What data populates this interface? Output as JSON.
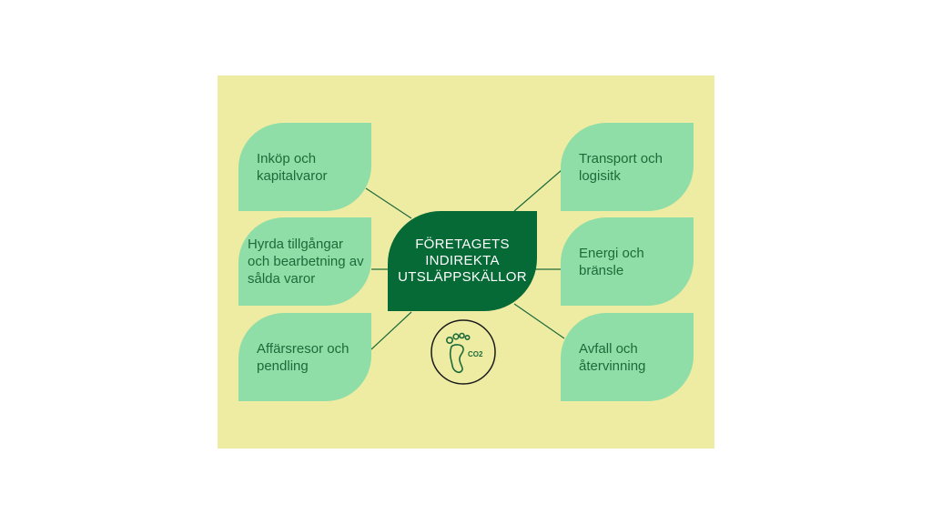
{
  "diagram": {
    "center": {
      "label": "FÖRETAGETS\nINDIREKTA\nUTSLÄPPSKÄLLOR"
    },
    "left_nodes": [
      {
        "label": "Inköp och kapitalvaror"
      },
      {
        "label": "Hyrda tillgångar och bearbetning av sålda varor"
      },
      {
        "label": "Affärsresor och pendling"
      }
    ],
    "right_nodes": [
      {
        "label": "Transport och logisitk"
      },
      {
        "label": "Energi och bränsle"
      },
      {
        "label": "Avfall och återvinning"
      }
    ],
    "badge": {
      "icon": "footprint-co2-icon",
      "text": "CO2"
    },
    "colors": {
      "panel": "#eeeca3",
      "leaf": "#8fdda7",
      "center": "#066a37",
      "text": "#1e6b3a",
      "connector": "#1e6b3a"
    }
  }
}
